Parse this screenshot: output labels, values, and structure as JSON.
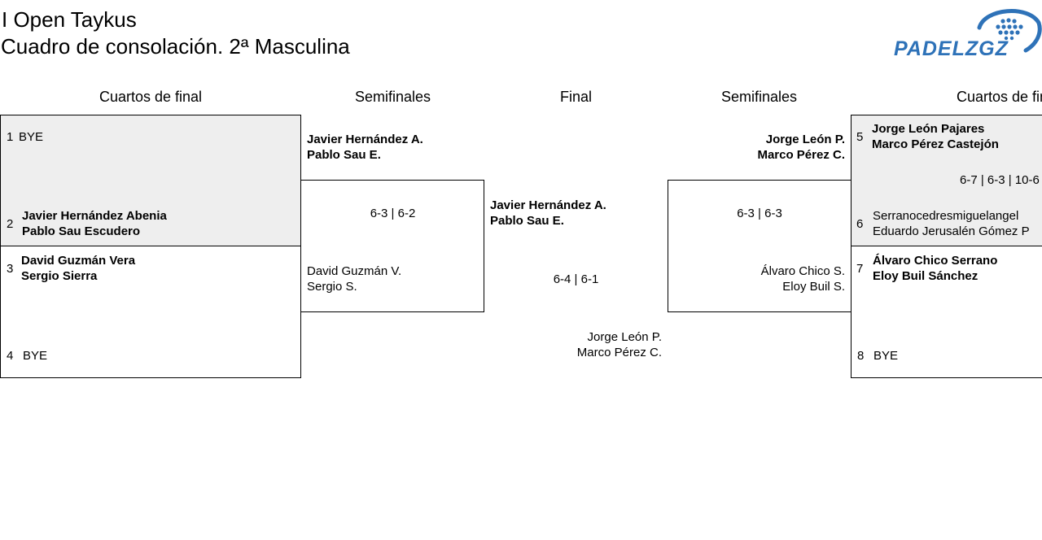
{
  "header": {
    "title_line1": "I Open Taykus",
    "title_line2": "Cuadro de consolación. 2ª Masculina"
  },
  "logo": {
    "text": "PADELZGZ",
    "color": "#2e72b8"
  },
  "columns": {
    "qf_left": "Cuartos de final",
    "sf_left": "Semifinales",
    "final": "Final",
    "sf_right": "Semifinales",
    "qf_right": "Cuartos de fin"
  },
  "left_qf": {
    "m1": {
      "top": {
        "seed": "1",
        "name": "BYE"
      },
      "bottom": {
        "seed": "2",
        "line1": "Javier Hernández Abenia",
        "line2": "Pablo Sau Escudero"
      }
    },
    "m2": {
      "top": {
        "seed": "3",
        "line1": "David Guzmán Vera",
        "line2": "Sergio Sierra"
      },
      "bottom": {
        "seed": "4",
        "name": "BYE"
      }
    }
  },
  "left_sf": {
    "winner_line1": "Javier Hernández A.",
    "winner_line2": "Pablo Sau E.",
    "score": "6-3 | 6-2",
    "loser_line1": "David Guzmán V.",
    "loser_line2": "Sergio S."
  },
  "final": {
    "winner_line1": "Javier Hernández A.",
    "winner_line2": "Pablo Sau E.",
    "score": "6-4 | 6-1",
    "runner_line1": "Jorge León P.",
    "runner_line2": "Marco Pérez C."
  },
  "right_sf": {
    "winner_line1": "Jorge León P.",
    "winner_line2": "Marco Pérez C.",
    "score": "6-3 | 6-3",
    "loser_line1": "Álvaro Chico S.",
    "loser_line2": "Eloy Buil S."
  },
  "right_qf": {
    "m1": {
      "top": {
        "seed": "5",
        "line1": "Jorge León Pajares",
        "line2": "Marco Pérez Castejón"
      },
      "score": "6-7 | 6-3 | 10-6",
      "bottom": {
        "seed": "6",
        "line1": "Serranocedresmiguelangel",
        "line2": "Eduardo Jerusalén Gómez P"
      }
    },
    "m2": {
      "top": {
        "seed": "7",
        "line1": "Álvaro Chico Serrano",
        "line2": "Eloy Buil Sánchez"
      },
      "bottom": {
        "seed": "8",
        "name": "BYE"
      }
    }
  }
}
